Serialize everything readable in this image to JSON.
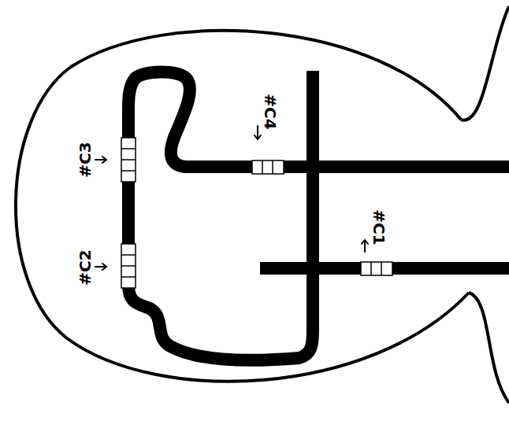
{
  "diagram": {
    "labels": [
      "#C1",
      "#C2",
      "#C3",
      "#C4"
    ]
  }
}
